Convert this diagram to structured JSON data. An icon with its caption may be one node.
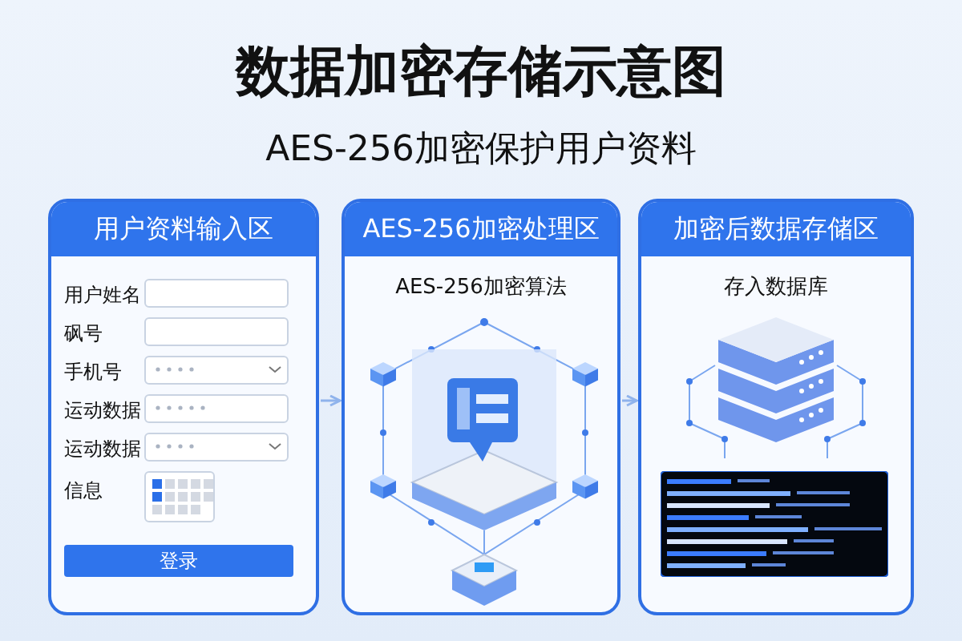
{
  "diagram": {
    "title": "数据加密存储示意图",
    "caption": "AES-256加密保护用户资料",
    "nodes": [
      {
        "text": [
          "用户资料输入区"
        ]
      },
      {
        "text": [
          "AES-256加密处理区",
          "AES-256加密算法"
        ]
      },
      {
        "text": [
          "加密后数据存储区",
          "存入数据库"
        ]
      }
    ],
    "edges": [
      {
        "from": 0,
        "to": 1,
        "arrow": "to"
      },
      {
        "from": 1,
        "to": 2,
        "arrow": "to"
      }
    ],
    "labels": [
      "用户姓名",
      "砜号",
      "手机号",
      "运动数据",
      "运动数据",
      "信息",
      "登录"
    ]
  }
}
